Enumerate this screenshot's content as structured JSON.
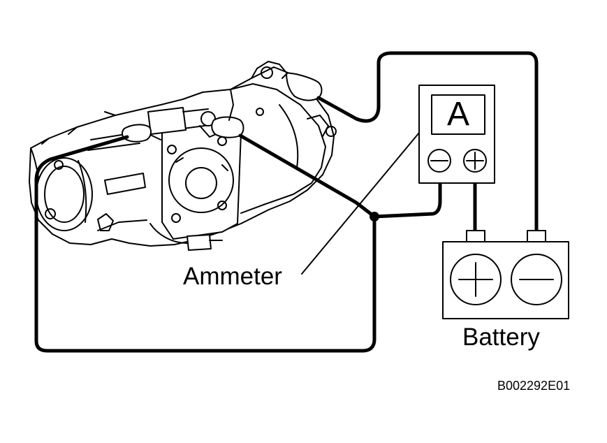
{
  "diagram": {
    "labels": {
      "ammeter": "Ammeter",
      "battery": "Battery",
      "figure_code": "B002292E01"
    },
    "meter": {
      "display": "A",
      "terminals": [
        "negative-terminal",
        "positive-terminal"
      ]
    },
    "battery": {
      "terminals": [
        "positive-terminal",
        "negative-terminal"
      ]
    },
    "parts": [
      "starter-motor",
      "ammeter",
      "battery",
      "test-leads"
    ],
    "colors": {
      "line": "#000000",
      "background": "#ffffff"
    }
  }
}
